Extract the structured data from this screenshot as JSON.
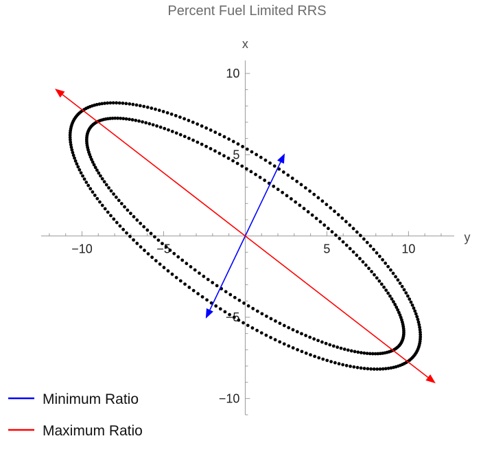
{
  "chart_data": {
    "type": "scatter",
    "title": "Percent Fuel Limited RRS",
    "xlabel": "y",
    "ylabel": "x",
    "xlim": [
      -12.5,
      12.8
    ],
    "ylim": [
      -11,
      10.8
    ],
    "x_ticks": [
      {
        "value": -10,
        "label": "−10"
      },
      {
        "value": -5,
        "label": "−5"
      },
      {
        "value": 5,
        "label": "5"
      },
      {
        "value": 10,
        "label": "10"
      }
    ],
    "y_ticks": [
      {
        "value": 10,
        "label": "10"
      },
      {
        "value": 5,
        "label": "5"
      },
      {
        "value": -5,
        "label": "−5"
      },
      {
        "value": -10,
        "label": "−10"
      }
    ],
    "ellipses": [
      {
        "name": "",
        "center": [
          0,
          0
        ],
        "semi_major": 12.7,
        "semi_minor": 4.57,
        "major_axis_angle_deg": -35,
        "point_count": 240,
        "color": "#000000"
      },
      {
        "name": "",
        "center": [
          0,
          0
        ],
        "semi_major": 11.6,
        "semi_minor": 3.5,
        "major_axis_angle_deg": -35,
        "point_count": 220,
        "color": "#000000"
      }
    ],
    "arrows": [
      {
        "series": "Minimum Ratio",
        "from": [
          0,
          0
        ],
        "to": [
          2.42,
          5.08
        ],
        "color": "#0000ff"
      },
      {
        "series": "Minimum Ratio",
        "from": [
          0,
          0
        ],
        "to": [
          -2.42,
          -5.08
        ],
        "color": "#0000ff"
      },
      {
        "series": "Maximum Ratio",
        "from": [
          0,
          0
        ],
        "to": [
          11.66,
          -9.06
        ],
        "color": "#ff0000"
      },
      {
        "series": "Maximum Ratio",
        "from": [
          0,
          0
        ],
        "to": [
          -11.66,
          9.06
        ],
        "color": "#ff0000"
      }
    ],
    "legend": {
      "placement": "bottom-left",
      "entries": [
        {
          "label": "Minimum Ratio",
          "color": "#0000ff"
        },
        {
          "label": "Maximum Ratio",
          "color": "#ff0000"
        }
      ]
    },
    "grid": false
  }
}
